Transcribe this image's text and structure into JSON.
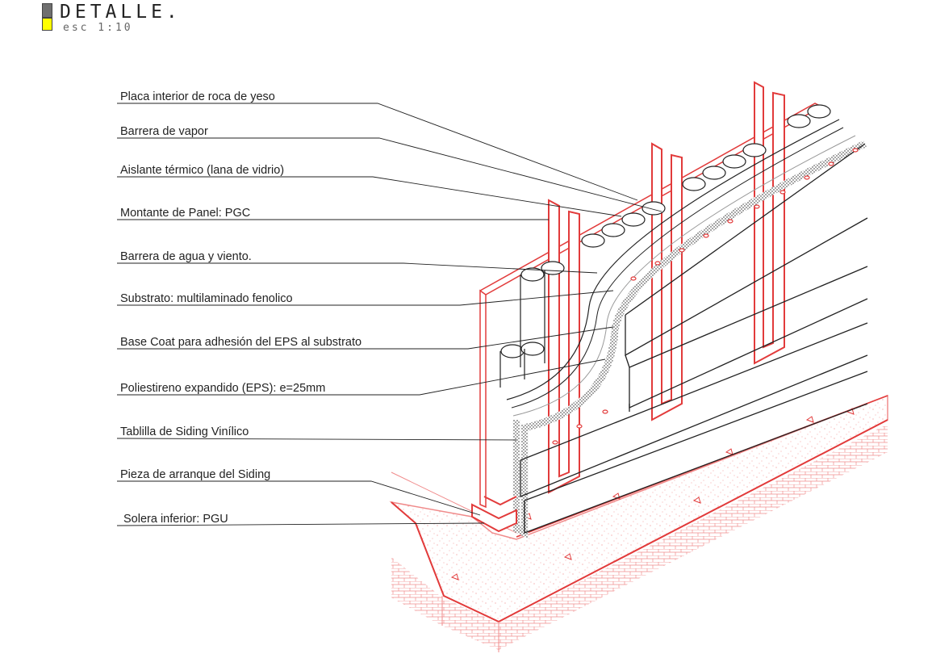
{
  "header": {
    "title": "DETALLE.",
    "scale": "esc 1:10"
  },
  "labels": [
    "Placa interior de roca de yeso",
    "Barrera de vapor",
    "Aislante térmico (lana de vidrio)",
    "Montante de Panel: PGC",
    "Barrera de agua y viento.",
    "Substrato: multilaminado fenolico",
    "Base Coat para adhesión del EPS al substrato",
    "Poliestireno expandido (EPS): e=25mm",
    "Tablilla de Siding Vinílico",
    "Pieza de arranque del Siding",
    "Solera inferior: PGU"
  ],
  "colors": {
    "frame": "#e23b3b",
    "concrete": "#f08b8b",
    "linework": "#222222",
    "swatch_top": "#6f6f6f",
    "swatch_bottom": "#ffff00"
  }
}
